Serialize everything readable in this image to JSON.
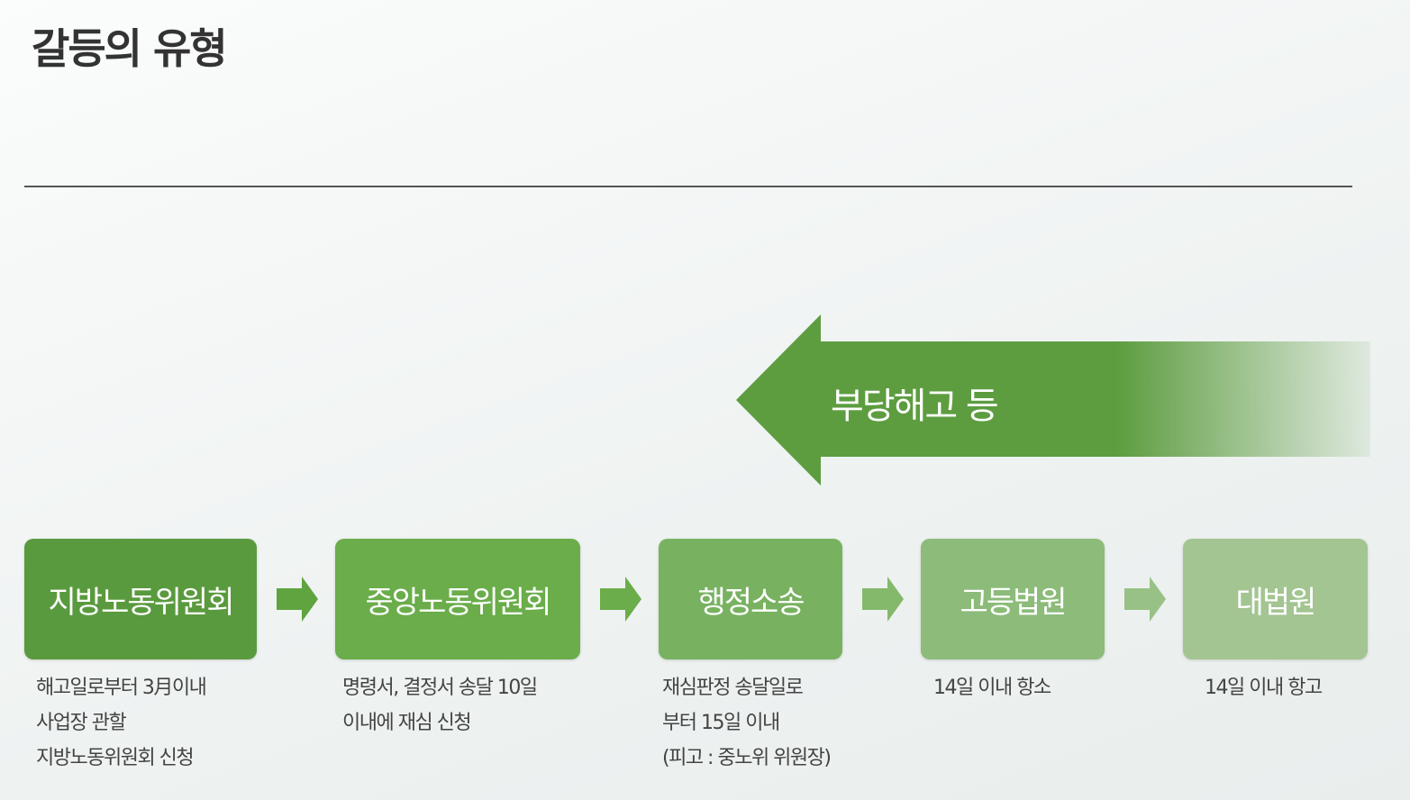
{
  "title": "갈등의 유형",
  "banner": {
    "label": "부당해고 등",
    "color": "#5d9d40"
  },
  "steps": [
    {
      "label": "지방노동위원회",
      "color": "#5a9a3e",
      "desc": [
        "해고일로부터 3月이내",
        "사업장 관할",
        "지방노동위원회 신청"
      ]
    },
    {
      "label": "중앙노동위원회",
      "color": "#6aad4a",
      "desc": [
        "명령서, 결정서 송달 10일",
        "이내에 재심 신청"
      ]
    },
    {
      "label": "행정소송",
      "color": "#78b261",
      "desc": [
        "재심판정 송달일로",
        "부터 15일 이내",
        "(피고 : 중노위 위원장)"
      ]
    },
    {
      "label": "고등법원",
      "color": "#8cbb7a",
      "desc": [
        "14일 이내 항소"
      ]
    },
    {
      "label": "대법원",
      "color": "#a3c592",
      "desc": [
        "14일 이내 항고"
      ]
    }
  ]
}
